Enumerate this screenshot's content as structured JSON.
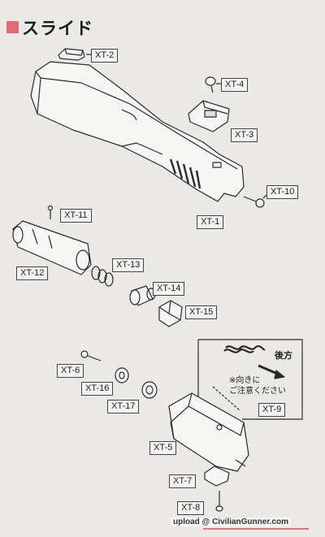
{
  "section_title": "スライド",
  "parts": [
    {
      "id": "xt2",
      "label": "XT-2"
    },
    {
      "id": "xt4",
      "label": "XT-4"
    },
    {
      "id": "xt3",
      "label": "XT-3"
    },
    {
      "id": "xt10",
      "label": "XT-10"
    },
    {
      "id": "xt1",
      "label": "XT-1"
    },
    {
      "id": "xt11",
      "label": "XT-11"
    },
    {
      "id": "xt12",
      "label": "XT-12"
    },
    {
      "id": "xt13",
      "label": "XT-13"
    },
    {
      "id": "xt14",
      "label": "XT-14"
    },
    {
      "id": "xt15",
      "label": "XT-15"
    },
    {
      "id": "xt6",
      "label": "XT-6"
    },
    {
      "id": "xt16",
      "label": "XT-16"
    },
    {
      "id": "xt17",
      "label": "XT-17"
    },
    {
      "id": "xt9",
      "label": "XT-9"
    },
    {
      "id": "xt5",
      "label": "XT-5"
    },
    {
      "id": "xt7",
      "label": "XT-7"
    },
    {
      "id": "xt8",
      "label": "XT-8"
    }
  ],
  "inset_note": {
    "direction": "後方",
    "caution_line1": "※向きに",
    "caution_line2": "ご注意ください"
  },
  "watermark": "upload @ CivilianGunner.com"
}
